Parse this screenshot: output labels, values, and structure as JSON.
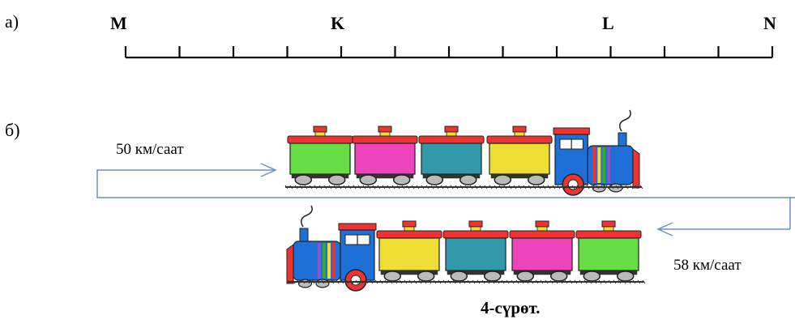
{
  "part_a": {
    "label": "а)",
    "points": [
      "M",
      "K",
      "L",
      "N"
    ],
    "ticks": 13
  },
  "part_b": {
    "label": "б)",
    "upper_train": {
      "speed": "50 км/саат",
      "cars": [
        "#66dd44",
        "#ee44bb",
        "#3399aa",
        "#eedd33"
      ]
    },
    "lower_train": {
      "speed": "58 км/саат",
      "cars": [
        "#eedd33",
        "#3399aa",
        "#ee44bb",
        "#66dd44"
      ]
    }
  },
  "caption": "4-сүрөт.",
  "colors": {
    "arrow": "#6f8fc9",
    "line": "#000000",
    "roof": "#ee3333",
    "engine": "#1e70d8",
    "track": "#333333"
  }
}
